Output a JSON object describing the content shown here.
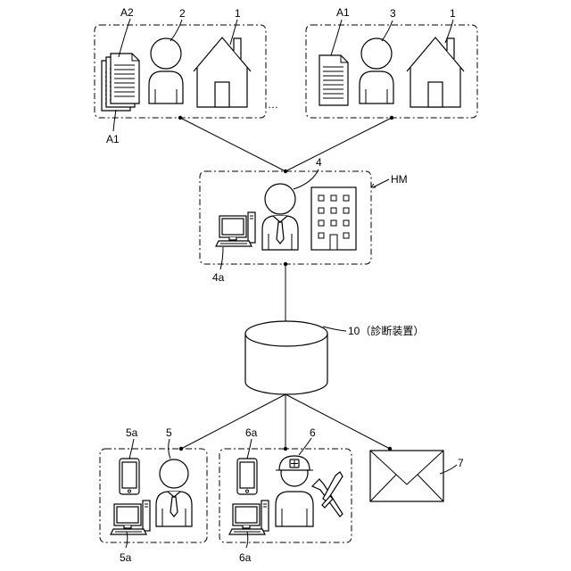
{
  "labels": {
    "a2": "A2",
    "person_owner_a": "2",
    "house_left": "1",
    "a1_left_bottom": "A1",
    "ellipsis": "…",
    "a1_right": "A1",
    "person_owner_b": "3",
    "house_right": "1",
    "manager": "4",
    "hm": "HM",
    "manager_pc": "4a",
    "device": "10（診断装置）",
    "person_5": "5",
    "device_5a_top": "5a",
    "device_5a_bottom": "5a",
    "person_6": "6",
    "device_6a_top": "6a",
    "device_6a_bottom": "6a",
    "mail": "7"
  }
}
